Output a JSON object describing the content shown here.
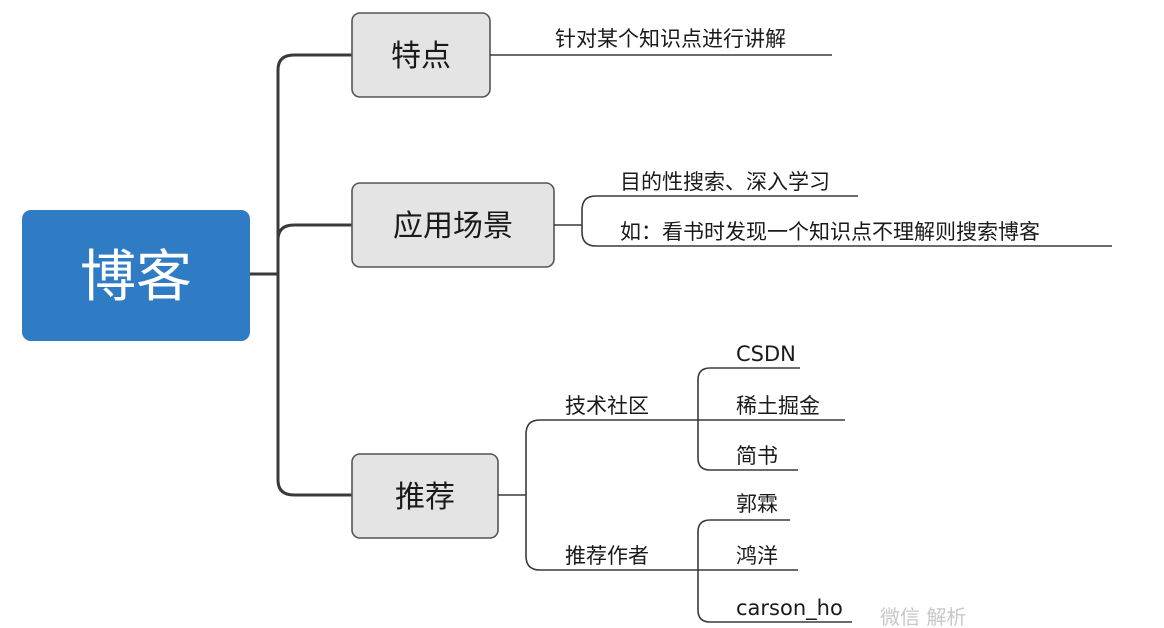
{
  "root": {
    "label": "博客",
    "color": "#2f7bc4"
  },
  "branches": [
    {
      "label": "特点",
      "leaves": [
        "针对某个知识点进行讲解"
      ]
    },
    {
      "label": "应用场景",
      "leaves": [
        "目的性搜索、深入学习",
        "如：看书时发现一个知识点不理解则搜索博客"
      ]
    },
    {
      "label": "推荐",
      "groups": [
        {
          "label": "技术社区",
          "items": [
            "CSDN",
            "稀土掘金",
            "简书"
          ]
        },
        {
          "label": "推荐作者",
          "items": [
            "郭霖",
            "鸿洋",
            "carson_ho"
          ]
        }
      ]
    }
  ],
  "watermark": {
    "text": "微信 解析"
  }
}
